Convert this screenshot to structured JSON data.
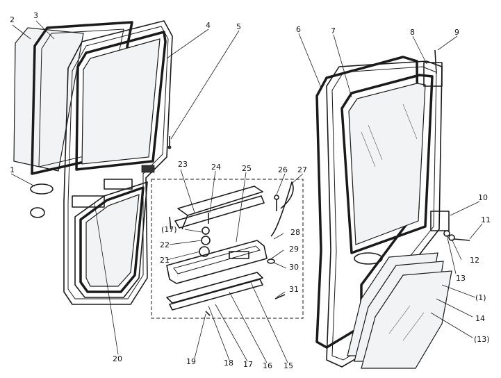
{
  "labels": [
    {
      "id": "2",
      "text": "2"
    },
    {
      "id": "3",
      "text": "3"
    },
    {
      "id": "4",
      "text": "4"
    },
    {
      "id": "5",
      "text": "5"
    },
    {
      "id": "6",
      "text": "6"
    },
    {
      "id": "7",
      "text": "7"
    },
    {
      "id": "8",
      "text": "8"
    },
    {
      "id": "9",
      "text": "9"
    },
    {
      "id": "1",
      "text": "1"
    },
    {
      "id": "23",
      "text": "23"
    },
    {
      "id": "24",
      "text": "24"
    },
    {
      "id": "25",
      "text": "25"
    },
    {
      "id": "26",
      "text": "26"
    },
    {
      "id": "27",
      "text": "27"
    },
    {
      "id": "10",
      "text": "10"
    },
    {
      "id": "11",
      "text": "11"
    },
    {
      "id": "17p",
      "text": "(17)"
    },
    {
      "id": "28",
      "text": "28"
    },
    {
      "id": "22",
      "text": "22"
    },
    {
      "id": "29",
      "text": "29"
    },
    {
      "id": "21",
      "text": "21"
    },
    {
      "id": "30",
      "text": "30"
    },
    {
      "id": "12",
      "text": "12"
    },
    {
      "id": "13",
      "text": "13"
    },
    {
      "id": "31",
      "text": "31"
    },
    {
      "id": "1p",
      "text": "(1)"
    },
    {
      "id": "14",
      "text": "14"
    },
    {
      "id": "13p",
      "text": "(13)"
    },
    {
      "id": "20",
      "text": "20"
    },
    {
      "id": "19",
      "text": "19"
    },
    {
      "id": "18",
      "text": "18"
    },
    {
      "id": "17",
      "text": "17"
    },
    {
      "id": "16",
      "text": "16"
    },
    {
      "id": "15",
      "text": "15"
    }
  ]
}
